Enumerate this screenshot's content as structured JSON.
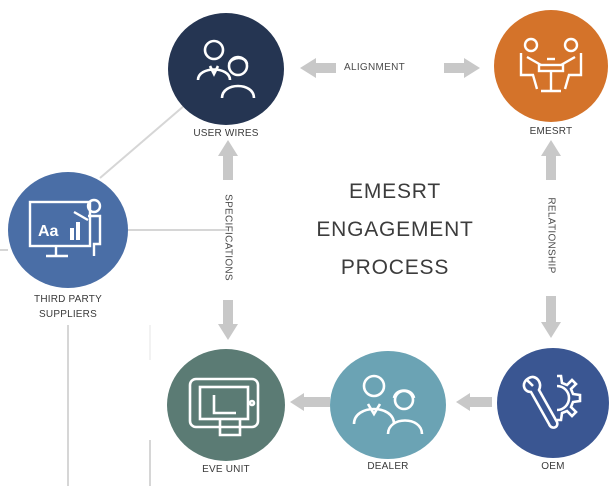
{
  "title_lines": [
    "EMESRT",
    "ENGAGEMENT",
    "PROCESS"
  ],
  "nodes": {
    "user_wires": {
      "label": "USER WIRES",
      "color": "#253552",
      "icon": "users-icon"
    },
    "emesrt": {
      "label": "EMESRT",
      "color": "#d4732a",
      "icon": "meeting-icon"
    },
    "third_party": {
      "label_line1": "THIRD PARTY",
      "label_line2": "SUPPLIERS",
      "color": "#4a6ea6",
      "icon": "presentation-icon"
    },
    "oem": {
      "label": "OEM",
      "color": "#3a5692",
      "icon": "gear-wrench-icon"
    },
    "dealer": {
      "label": "DEALER",
      "color": "#6ba3b4",
      "icon": "people-icon"
    },
    "eve_unit": {
      "label": "EVE UNIT",
      "color": "#5b7b74",
      "icon": "device-icon"
    }
  },
  "arrows": {
    "alignment": "ALIGNMENT",
    "specifications": "SPECIFICATIONS",
    "relationship": "RELATIONSHIP"
  },
  "colors": {
    "arrow": "#c8c8c8",
    "line": "#d0d0d0"
  }
}
